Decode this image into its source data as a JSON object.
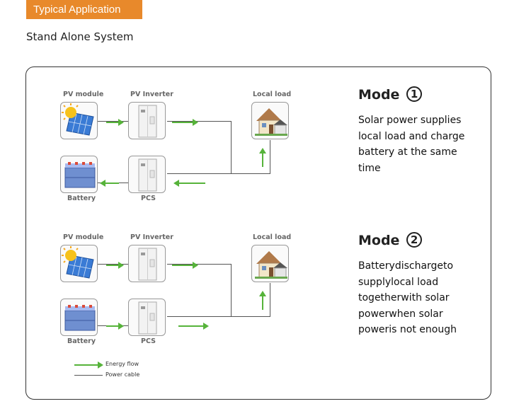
{
  "header": {
    "tag": "Typical Application",
    "subtitle": "Stand Alone System"
  },
  "diagram1": {
    "pv_module": "PV module",
    "pv_inverter": "PV Inverter",
    "local_load": "Local load",
    "battery": "Battery",
    "pcs": "PCS",
    "mode_title": "Mode",
    "mode_number": "1",
    "description": [
      "Solar power supplies",
      "local load and charge",
      "battery at the same",
      "time"
    ]
  },
  "diagram2": {
    "pv_module": "PV module",
    "pv_inverter": "PV Inverter",
    "local_load": "Local load",
    "battery": "Battery",
    "pcs": "PCS",
    "mode_title": "Mode",
    "mode_number": "2",
    "description": [
      "Batterydischargeto",
      "supplylocal load",
      "togetherwith solar",
      "powerwhen solar",
      "poweris not enough"
    ]
  },
  "legend": {
    "energy_flow": "Energy flow",
    "power_cable": "Power cable"
  },
  "colors": {
    "accent": "#e8892b",
    "energy_flow": "#56b33a",
    "cable": "#555555"
  }
}
